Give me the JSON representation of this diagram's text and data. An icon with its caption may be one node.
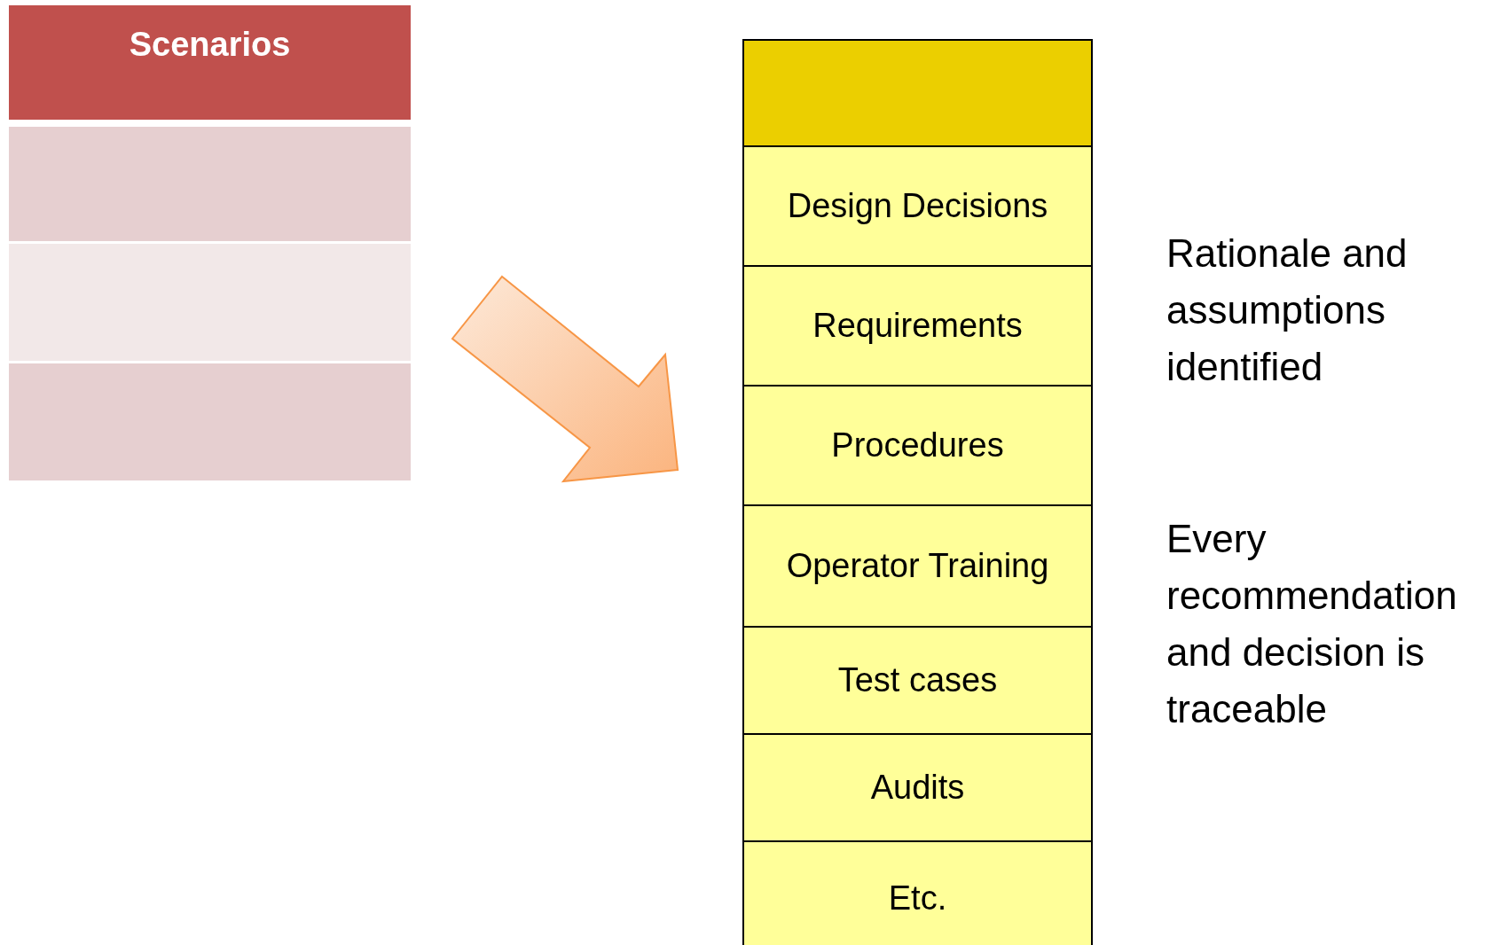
{
  "diagram": {
    "nodes": [
      {
        "text": [
          "Scenarios"
        ]
      },
      {
        "text": [],
        "shape": "box"
      },
      {
        "text": [],
        "shape": "box"
      },
      {
        "text": [],
        "shape": "box"
      },
      {
        "text": [],
        "shape": "box"
      },
      {
        "text": [
          "Design Decisions"
        ]
      },
      {
        "text": [
          "Requirements"
        ]
      },
      {
        "text": [
          "Procedures"
        ]
      },
      {
        "text": [
          "Operator Training"
        ]
      },
      {
        "text": [
          "Test cases"
        ]
      },
      {
        "text": [
          "Audits"
        ]
      },
      {
        "text": [
          "Etc."
        ]
      }
    ],
    "edges": [
      {
        "from": 2,
        "to": 7,
        "arrow": "to",
        "style": "thick",
        "color": "#f79646"
      }
    ],
    "labels": [
      "Rationale and assumptions identified",
      "Every recommendation and decision is traceable"
    ]
  }
}
